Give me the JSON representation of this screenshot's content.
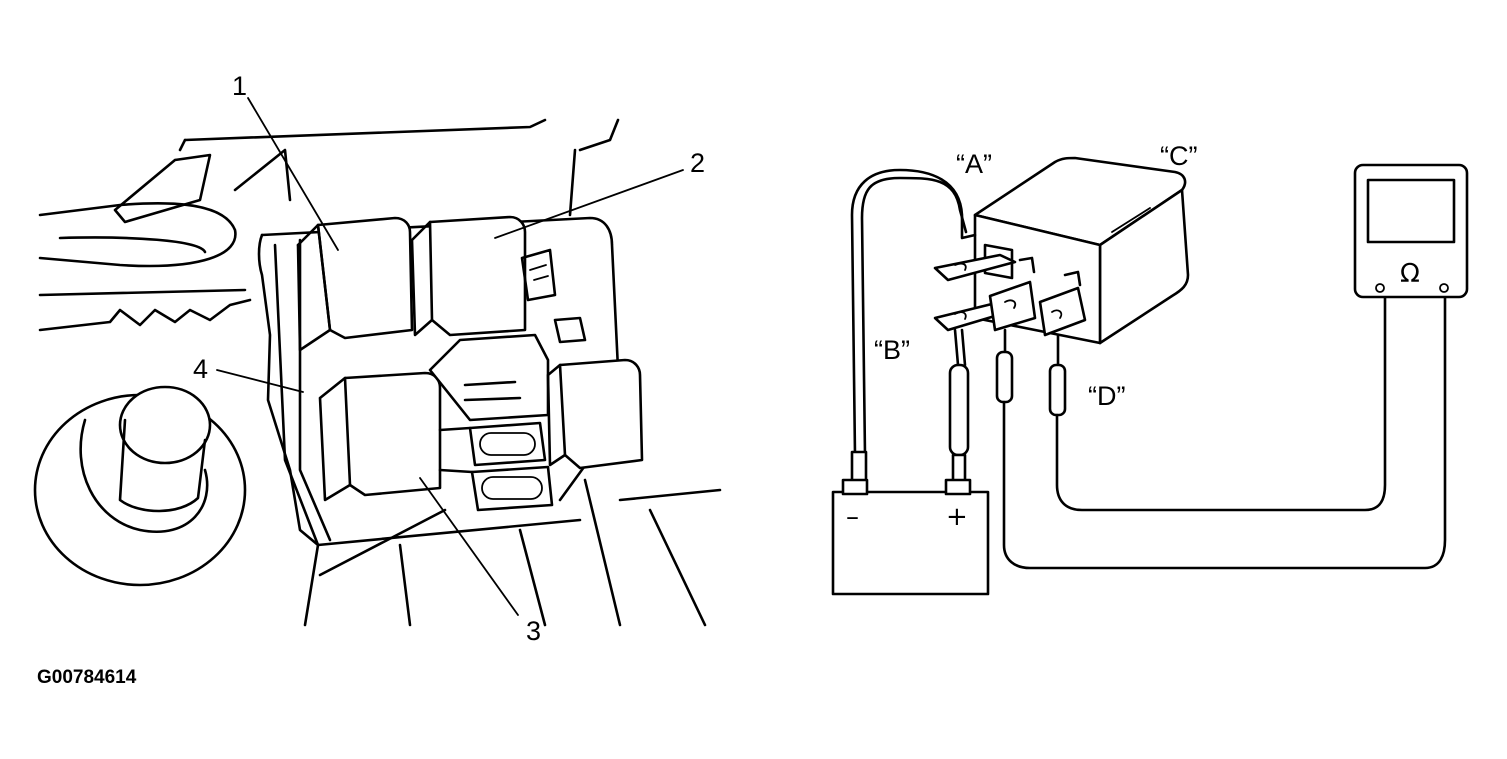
{
  "figure_code": "G00784614",
  "left_panel": {
    "callouts": [
      {
        "id": "1",
        "text": "1"
      },
      {
        "id": "2",
        "text": "2"
      },
      {
        "id": "3",
        "text": "3"
      },
      {
        "id": "4",
        "text": "4"
      }
    ]
  },
  "right_panel": {
    "terminals": [
      {
        "id": "A",
        "text": "“A”"
      },
      {
        "id": "B",
        "text": "“B”"
      },
      {
        "id": "C",
        "text": "“C”"
      },
      {
        "id": "D",
        "text": "“D”"
      }
    ],
    "battery": {
      "negative": "–",
      "positive": "+"
    },
    "ohmmeter_symbol": "Ω"
  }
}
